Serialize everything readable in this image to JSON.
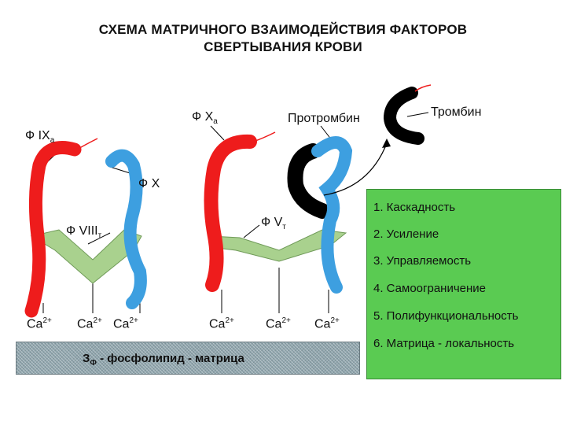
{
  "title": {
    "line1": "СХЕМА МАТРИЧНОГО ВЗАИМОДЕЙСТВИЯ ФАКТОРОВ",
    "line2": "СВЕРТЫВАНИЯ КРОВИ"
  },
  "labels": {
    "f9a": {
      "main": "Ф IX",
      "sub": "а"
    },
    "f10a": {
      "main": "Ф X",
      "sub": "а"
    },
    "prothrombin": "Протромбин",
    "thrombin": "Тромбин",
    "f10": "Ф X",
    "f8t": {
      "main": "Ф VIII",
      "sub": "т"
    },
    "f5t": {
      "main": "Ф V",
      "sub": "т"
    }
  },
  "calcium": {
    "base": "Ca",
    "charge": "2+"
  },
  "matrix": {
    "label_main": "З",
    "label_sub": "Ф",
    "label_rest": " - фосфолипид - матрица"
  },
  "principles": [
    "1. Каскадность",
    "2. Усиление",
    "3. Управляемость",
    "4. Самоограничение",
    "5. Полифункциональность",
    "6. Матрица - локальность"
  ],
  "colors": {
    "red": "#ee1c1c",
    "blue": "#3d9fe0",
    "green": "#a9d18e",
    "black": "#000000",
    "box": "#5acb52",
    "matrix": "#8fa5ad"
  }
}
